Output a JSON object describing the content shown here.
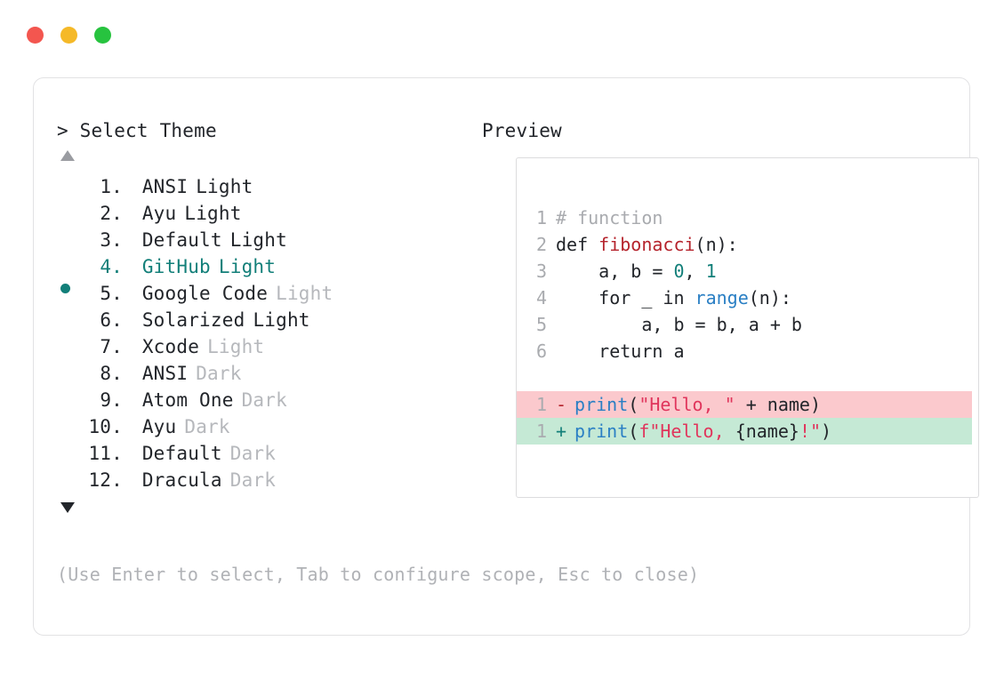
{
  "window": {
    "dots": [
      {
        "name": "close",
        "color": "#f3564f"
      },
      {
        "name": "minimize",
        "color": "#f5b928"
      },
      {
        "name": "maximize",
        "color": "#27c33f"
      }
    ]
  },
  "prompt": {
    "marker": ">",
    "title": "Select Theme",
    "header_text": "> Select Theme"
  },
  "preview": {
    "label": "Preview"
  },
  "scroll": {
    "up_icon": "triangle-up",
    "up_color": "#9a9ca1",
    "down_icon": "triangle-down",
    "down_color": "#22252a"
  },
  "selection": {
    "selected_index": 4,
    "bullet_glyph": "●",
    "accent_color": "#127f79"
  },
  "themes": [
    {
      "index": "1.",
      "name": "ANSI",
      "variant": "Light",
      "variant_dim": false,
      "selected": false
    },
    {
      "index": "2.",
      "name": "Ayu",
      "variant": "Light",
      "variant_dim": false,
      "selected": false
    },
    {
      "index": "3.",
      "name": "Default",
      "variant": "Light",
      "variant_dim": false,
      "selected": false
    },
    {
      "index": "4.",
      "name": "GitHub",
      "variant": "Light",
      "variant_dim": false,
      "selected": true
    },
    {
      "index": "5.",
      "name": "Google Code",
      "variant": "Light",
      "variant_dim": true,
      "selected": false
    },
    {
      "index": "6.",
      "name": "Solarized",
      "variant": "Light",
      "variant_dim": false,
      "selected": false
    },
    {
      "index": "7.",
      "name": "Xcode",
      "variant": "Light",
      "variant_dim": true,
      "selected": false
    },
    {
      "index": "8.",
      "name": "ANSI",
      "variant": "Dark",
      "variant_dim": true,
      "selected": false
    },
    {
      "index": "9.",
      "name": "Atom One",
      "variant": "Dark",
      "variant_dim": true,
      "selected": false
    },
    {
      "index": "10.",
      "name": "Ayu",
      "variant": "Dark",
      "variant_dim": true,
      "selected": false
    },
    {
      "index": "11.",
      "name": "Default",
      "variant": "Dark",
      "variant_dim": true,
      "selected": false
    },
    {
      "index": "12.",
      "name": "Dracula",
      "variant": "Dark",
      "variant_dim": true,
      "selected": false
    }
  ],
  "code": {
    "lines": [
      {
        "no": "1",
        "tokens": [
          {
            "t": "# function",
            "c": "comment"
          }
        ]
      },
      {
        "no": "2",
        "tokens": [
          {
            "t": "def ",
            "c": "plain"
          },
          {
            "t": "fibonacci",
            "c": "func"
          },
          {
            "t": "(n):",
            "c": "plain"
          }
        ]
      },
      {
        "no": "3",
        "tokens": [
          {
            "t": "    a, b = ",
            "c": "plain"
          },
          {
            "t": "0",
            "c": "num"
          },
          {
            "t": ", ",
            "c": "plain"
          },
          {
            "t": "1",
            "c": "num"
          }
        ]
      },
      {
        "no": "4",
        "tokens": [
          {
            "t": "    for _ in ",
            "c": "plain"
          },
          {
            "t": "range",
            "c": "builtin"
          },
          {
            "t": "(n):",
            "c": "plain"
          }
        ]
      },
      {
        "no": "5",
        "tokens": [
          {
            "t": "        a, b = b, a + b",
            "c": "plain"
          }
        ]
      },
      {
        "no": "6",
        "tokens": [
          {
            "t": "    return a",
            "c": "plain"
          }
        ]
      }
    ]
  },
  "diff": {
    "removed": {
      "no": "1",
      "sign": "-",
      "bg": "#fbc9cd",
      "tokens": [
        {
          "t": "print",
          "c": "builtin"
        },
        {
          "t": "(",
          "c": "plain"
        },
        {
          "t": "\"Hello, \"",
          "c": "str"
        },
        {
          "t": " + name)",
          "c": "plain"
        }
      ]
    },
    "added": {
      "no": "1",
      "sign": "+",
      "bg": "#c5e9d5",
      "tokens": [
        {
          "t": "print",
          "c": "builtin"
        },
        {
          "t": "(",
          "c": "plain"
        },
        {
          "t": "f\"Hello, ",
          "c": "str"
        },
        {
          "t": "{name}",
          "c": "plain"
        },
        {
          "t": "!\"",
          "c": "str"
        },
        {
          "t": ")",
          "c": "plain"
        }
      ]
    }
  },
  "hint": {
    "text": "(Use Enter to select, Tab to configure scope, Esc to close)"
  }
}
